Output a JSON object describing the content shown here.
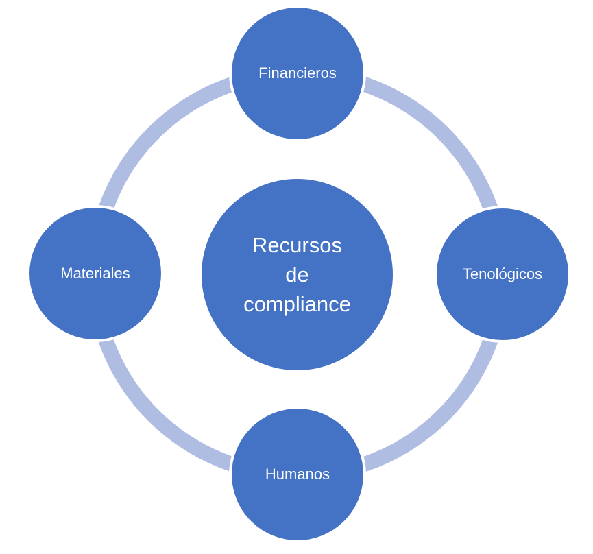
{
  "diagram": {
    "type": "cycle",
    "center": {
      "label": "Recursos de compliance",
      "lines": [
        "Recursos",
        "de",
        "compliance"
      ]
    },
    "nodes": [
      {
        "position": "top",
        "label": "Financieros"
      },
      {
        "position": "right",
        "label": "Tenológicos"
      },
      {
        "position": "bottom",
        "label": "Humanos"
      },
      {
        "position": "left",
        "label": "Materiales"
      }
    ],
    "colors": {
      "node_fill": "#4472c4",
      "ring": "#afbde3",
      "node_border": "#ffffff",
      "text": "#ffffff",
      "background": "#ffffff"
    }
  }
}
